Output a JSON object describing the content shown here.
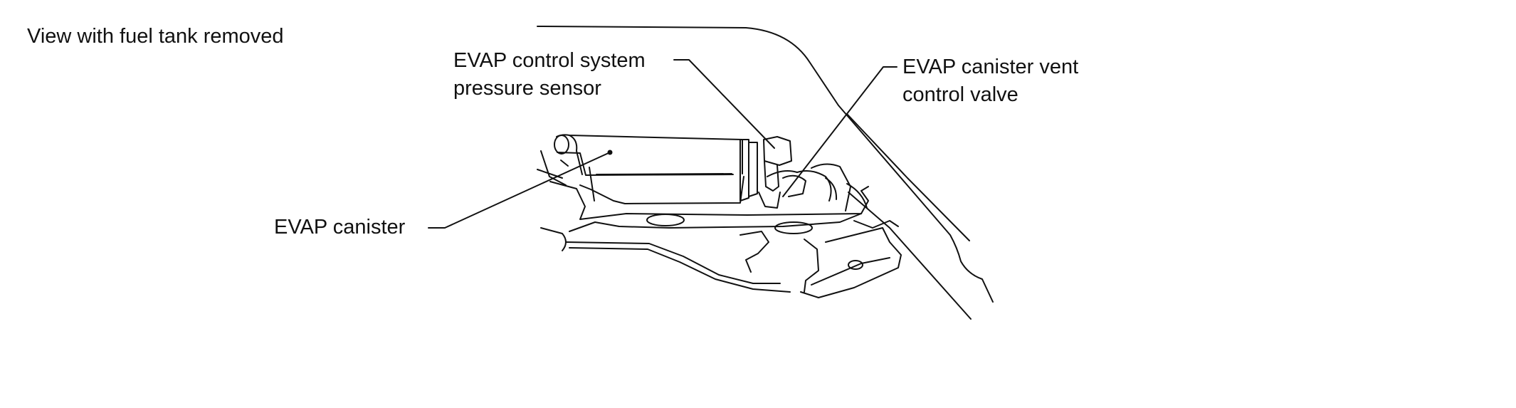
{
  "caption": "View with fuel tank removed",
  "labels": {
    "pressure_sensor": {
      "line1": "EVAP control system",
      "line2": "pressure sensor"
    },
    "vent_valve": {
      "line1": "EVAP canister vent",
      "line2": "control valve"
    },
    "canister": "EVAP canister"
  },
  "colors": {
    "ink": "#111111",
    "background": "#ffffff"
  }
}
